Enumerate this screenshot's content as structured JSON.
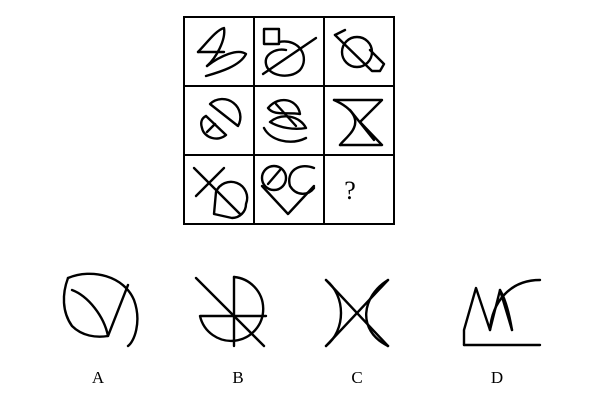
{
  "puzzle": {
    "question_mark": "?",
    "cells": [
      {
        "icon": "z-curve-figure"
      },
      {
        "icon": "square-circle-line-figure"
      },
      {
        "icon": "circle-bracket-figure"
      },
      {
        "icon": "semicircle-figure"
      },
      {
        "icon": "leaf-curve-figure"
      },
      {
        "icon": "hourglass-figure"
      },
      {
        "icon": "cross-arc-figure"
      },
      {
        "icon": "heart-arc-figure"
      },
      {
        "icon": "missing-figure"
      }
    ]
  },
  "options": [
    {
      "label": "A",
      "icon": "circle-v-figure"
    },
    {
      "label": "B",
      "icon": "circle-cross-figure"
    },
    {
      "label": "C",
      "icon": "x-crescent-figure"
    },
    {
      "label": "D",
      "icon": "zigzag-arc-figure"
    }
  ]
}
